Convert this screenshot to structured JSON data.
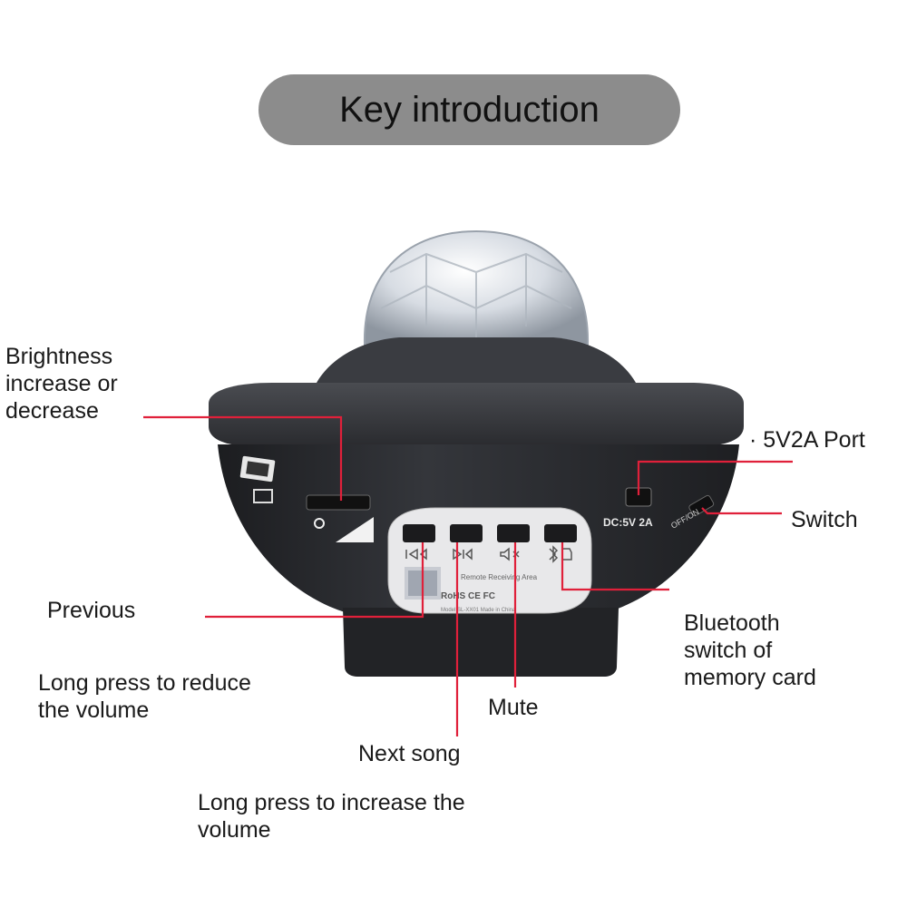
{
  "title": "Key introduction",
  "device": {
    "port_label": "DC:5V 2A",
    "switch_label": "OFF/ON",
    "panel_label": "Remote Receiving Area",
    "cert_label": "RoHS CE FC",
    "model_label": "Model:SL-XX01   Made in China"
  },
  "callouts": {
    "brightness": [
      "Brightness",
      "increase or",
      "decrease"
    ],
    "port": "· 5V2A Port",
    "switch": "Switch",
    "previous": "Previous",
    "reduce_volume": [
      "Long press to reduce",
      "the volume"
    ],
    "bluetooth": [
      "Bluetooth",
      "switch of",
      "memory card"
    ],
    "mute": "Mute",
    "next_song": "Next song",
    "increase_volume": [
      "Long press to increase the",
      "volume"
    ]
  },
  "colors": {
    "leader_line": "#e0203a",
    "pill": "#8c8c8c",
    "device_body": "#2d2f33",
    "device_dome": "#dfe3e8"
  }
}
